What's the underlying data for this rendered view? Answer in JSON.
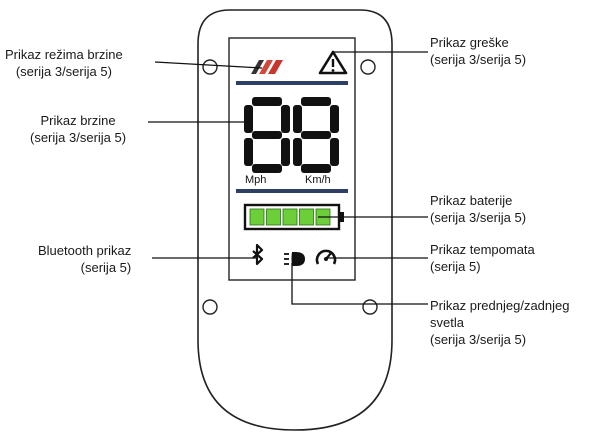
{
  "labels": {
    "speed_mode": {
      "line1": "Prikaz režima brzine",
      "line2": "(serija 3/serija 5)"
    },
    "error": {
      "line1": "Prikaz greške",
      "line2": "(serija 3/serija 5)"
    },
    "speed": {
      "line1": "Prikaz brzine",
      "line2": "(serija 3/serija 5)"
    },
    "battery": {
      "line1": "Prikaz baterije",
      "line2": "(serija 3/serija 5)"
    },
    "bluetooth": {
      "line1": "Bluetooth prikaz",
      "line2": "(serija 5)"
    },
    "cruise": {
      "line1": "Prikaz tempomata",
      "line2": "(serija 5)"
    },
    "lights": {
      "line1": "Prikaz prednjeg/zadnjeg",
      "line2": "svetla",
      "line3": "(serija 3/serija 5)"
    }
  },
  "display": {
    "speed_digits": "88",
    "unit_left": "Mph",
    "unit_right": "Km/h",
    "battery_cells": 5,
    "battery_color": "#6ccf3a",
    "mode_color": "#c8372d"
  }
}
